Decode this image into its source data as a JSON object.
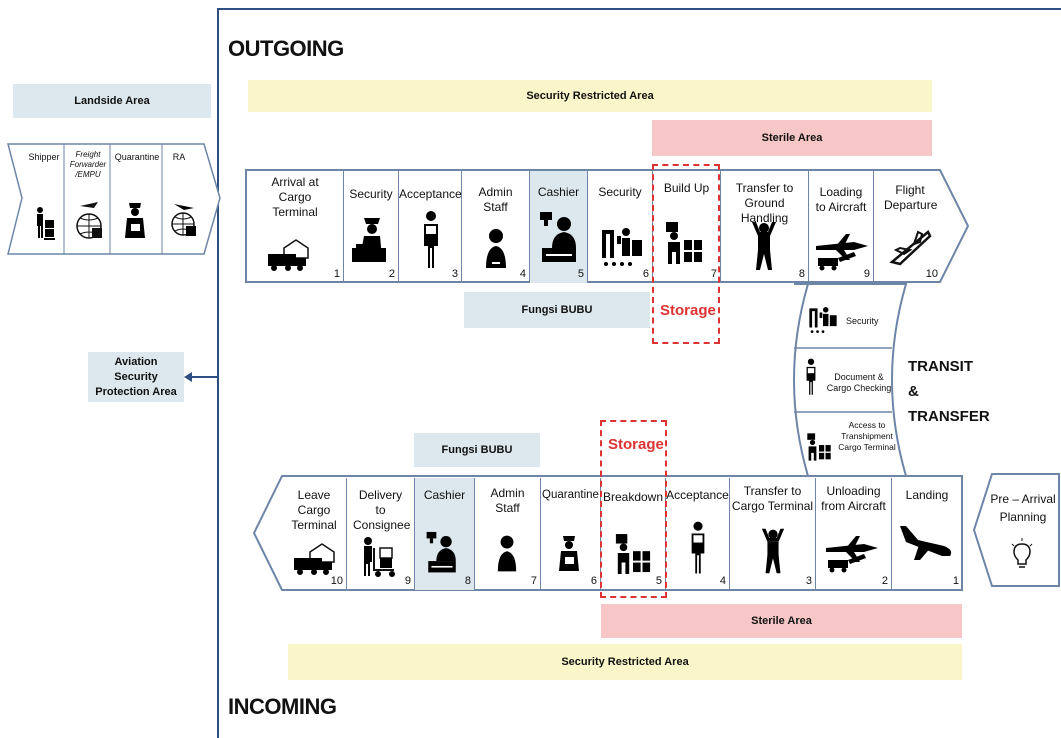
{
  "outgoing_title": "OUTGOING",
  "incoming_title": "INCOMING",
  "landside": {
    "label": "Landside Area",
    "items": [
      {
        "label": "Shipper",
        "icon": "shipper-icon"
      },
      {
        "label": "Freight Forwarder /EMPU",
        "icon": "globe-box-icon"
      },
      {
        "label": "Quarantine",
        "icon": "officer-icon"
      },
      {
        "label": "RA",
        "icon": "globe-plane-icon"
      }
    ]
  },
  "aviation_security": "Aviation Security Protection Area",
  "outgoing": {
    "security_restricted": "Security Restricted Area",
    "sterile": "Sterile Area",
    "fungsi": "Fungsi BUBU",
    "storage": "Storage",
    "steps": [
      {
        "label": "Arrival at Cargo Terminal",
        "num": "1",
        "icon": "truck-warehouse-icon"
      },
      {
        "label": "Security",
        "num": "2",
        "icon": "security-officer-icon"
      },
      {
        "label": "Acceptance",
        "num": "3",
        "icon": "clerk-icon"
      },
      {
        "label": "Admin Staff",
        "num": "4",
        "icon": "person-icon"
      },
      {
        "label": "Cashier",
        "num": "5",
        "icon": "cashier-icon"
      },
      {
        "label": "Security",
        "num": "6",
        "icon": "xray-scanner-icon"
      },
      {
        "label": "Build Up",
        "num": "7",
        "icon": "worker-boxes-icon"
      },
      {
        "label": "Transfer to Ground Handling",
        "num": "8",
        "icon": "marshaller-icon"
      },
      {
        "label": "Loading to Aircraft",
        "num": "9",
        "icon": "aircraft-loading-icon"
      },
      {
        "label": "Flight Departure",
        "num": "10",
        "icon": "departure-plane-icon"
      }
    ]
  },
  "transit": {
    "title": "TRANSIT & TRANSFER",
    "items": [
      {
        "label": "Security",
        "icon": "xray-scanner-icon"
      },
      {
        "label": "Document & Cargo Checking",
        "icon": "clerk-icon"
      },
      {
        "label": "Access to Transhipment Cargo Terminal",
        "icon": "worker-boxes-icon"
      }
    ]
  },
  "incoming": {
    "security_restricted": "Security Restricted Area",
    "sterile": "Sterile Area",
    "fungsi": "Fungsi BUBU",
    "storage": "Storage",
    "pre_arrival": "Pre – Arrival Planning",
    "steps": [
      {
        "label": "Leave Cargo Terminal",
        "num": "10",
        "icon": "truck-warehouse-icon"
      },
      {
        "label": "Delivery to Consignee",
        "num": "9",
        "icon": "handcart-icon"
      },
      {
        "label": "Cashier",
        "num": "8",
        "icon": "cashier-icon"
      },
      {
        "label": "Admin Staff",
        "num": "7",
        "icon": "person-icon"
      },
      {
        "label": "Quarantine",
        "num": "6",
        "icon": "officer-icon"
      },
      {
        "label": "Breakdown",
        "num": "5",
        "icon": "worker-boxes-icon"
      },
      {
        "label": "Acceptance",
        "num": "4",
        "icon": "clerk-icon"
      },
      {
        "label": "Transfer to Cargo Terminal",
        "num": "3",
        "icon": "marshaller-icon"
      },
      {
        "label": "Unloading from Aircraft",
        "num": "2",
        "icon": "aircraft-loading-icon"
      },
      {
        "label": "Landing",
        "num": "1",
        "icon": "landing-plane-icon"
      }
    ]
  },
  "colors": {
    "security_restricted": "#fbf6c9",
    "sterile": "#f7c6c6",
    "fungsi": "#dce8ee",
    "storage": "#dd3333",
    "frame": "#2f4f80"
  }
}
